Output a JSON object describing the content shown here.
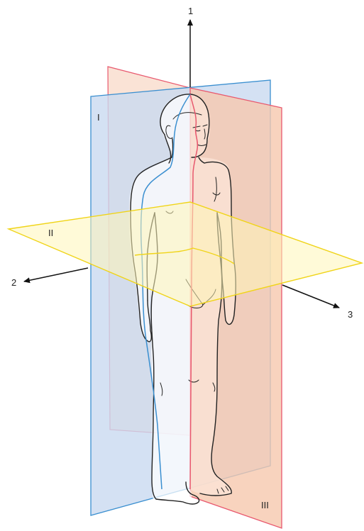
{
  "labels": {
    "axis_1": "1",
    "axis_2": "2",
    "axis_3": "3",
    "plane_I": "I",
    "plane_II": "II",
    "plane_III": "III"
  },
  "colors": {
    "frontal_plane_fill": "#c9daf0",
    "frontal_plane_edge": "#3a8fd0",
    "sagittal_plane_fill": "#f6c8ae",
    "sagittal_plane_edge": "#e8586e",
    "horizontal_plane_fill": "#fff6b8",
    "horizontal_plane_edge": "#f0d418",
    "axis_color": "#111111"
  }
}
